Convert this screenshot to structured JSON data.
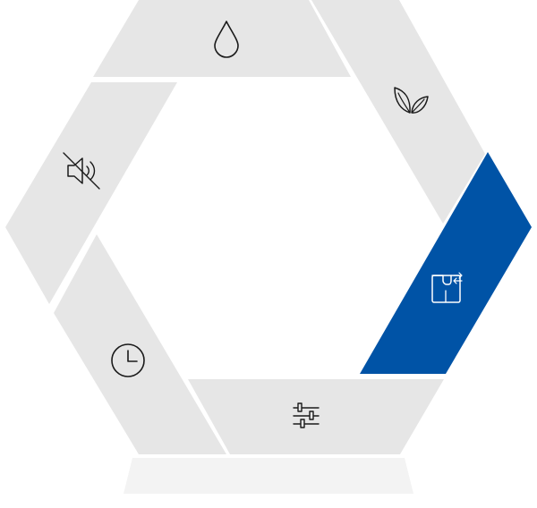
{
  "colors": {
    "segment": "#e6e6e6",
    "segment_active": "#0053a6",
    "icon": "#1a1a1a",
    "icon_active": "#ffffff",
    "reflection": "#f3f3f3"
  },
  "segments": [
    {
      "key": "water",
      "icon": "water-drop-icon",
      "active": false
    },
    {
      "key": "eco",
      "icon": "leaves-icon",
      "active": false
    },
    {
      "key": "remote",
      "icon": "remote-start-icon",
      "active": true
    },
    {
      "key": "settings",
      "icon": "sliders-icon",
      "active": false
    },
    {
      "key": "timer",
      "icon": "clock-icon",
      "active": false
    },
    {
      "key": "mute",
      "icon": "speaker-mute-icon",
      "active": false
    }
  ]
}
